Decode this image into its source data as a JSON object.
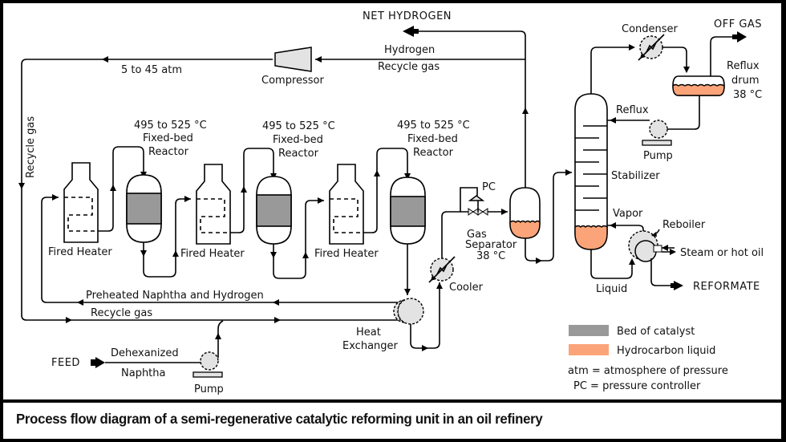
{
  "colors": {
    "catalyst": "#999999",
    "liquid": "#fca479",
    "equipment_fill": "#e3e3e3",
    "line": "#000000",
    "background": "#ffffff",
    "frame": "#000000"
  },
  "caption": "Process flow diagram of a semi-regenerative catalytic reforming unit in an oil refinery",
  "streams": {
    "net_hydrogen": "NET HYDROGEN",
    "hydrogen": "Hydrogen",
    "recycle_gas_top": "Recycle gas",
    "pressure": "5 to 45 atm",
    "recycle_gas_vertical": "Recycle gas",
    "preheated": "Preheated Naphtha and Hydrogen",
    "recycle_gas_bottom": "Recycle gas",
    "feed": "FEED",
    "dehexanized": "Dehexanized",
    "naphtha": "Naphtha",
    "off_gas": "OFF GAS",
    "reflux": "Reflux",
    "vapor": "Vapor",
    "liquid": "Liquid",
    "steam": "Steam or hot oil",
    "reformate": "REFORMATE"
  },
  "equipment": {
    "compressor": "Compressor",
    "reactors": [
      {
        "temp": "495 to 525 °C",
        "type": "Fixed-bed",
        "name": "Reactor"
      },
      {
        "temp": "495 to 525 °C",
        "type": "Fixed-bed",
        "name": "Reactor"
      },
      {
        "temp": "495 to 525 °C",
        "type": "Fixed-bed",
        "name": "Reactor"
      }
    ],
    "heaters": [
      "Fired Heater",
      "Fired Heater",
      "Fired Heater"
    ],
    "heat_exchanger": [
      "Heat",
      "Exchanger"
    ],
    "feed_pump": "Pump",
    "cooler": "Cooler",
    "pc": "PC",
    "gas_separator": [
      "Gas",
      "Separator",
      "38 °C"
    ],
    "stabilizer": "Stabilizer",
    "condenser": "Condenser",
    "reflux_drum": [
      "Reflux",
      "drum",
      "38 °C"
    ],
    "reflux_pump": "Pump",
    "reboiler": "Reboiler"
  },
  "legend": {
    "items": [
      {
        "label": "Bed of catalyst",
        "color": "#999999"
      },
      {
        "label": "Hydrocarbon liquid",
        "color": "#fca479"
      }
    ],
    "notes": [
      "atm = atmosphere of pressure",
      "PC = pressure controller"
    ]
  }
}
